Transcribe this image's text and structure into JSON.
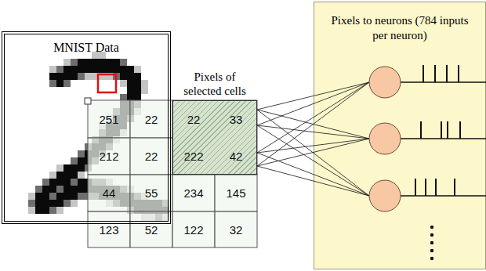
{
  "diagram": {
    "nodes": [
      {
        "text": [
          "MNIST Data"
        ]
      },
      {
        "text": [
          "Pixels of selected cells"
        ]
      },
      {
        "text": [
          "Pixels to neurons (784 inputs per neuron)"
        ]
      }
    ],
    "labels": [
      "251",
      "22",
      "22",
      "33",
      "212",
      "22",
      "222",
      "42",
      "44",
      "55",
      "234",
      "145",
      "123",
      "52",
      "122",
      "32"
    ]
  }
}
